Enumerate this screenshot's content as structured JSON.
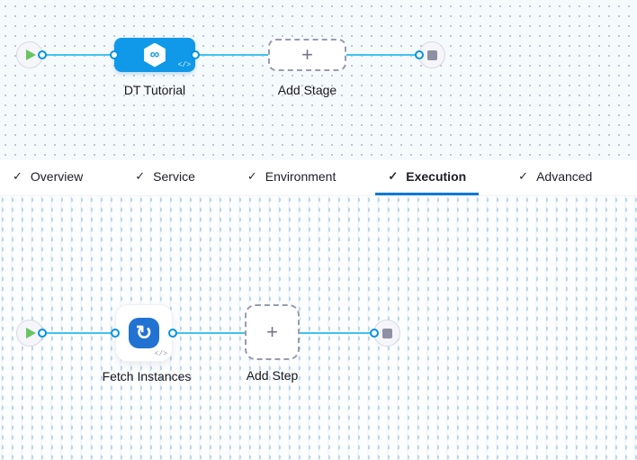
{
  "icons": {
    "check": "✓",
    "plus": "+",
    "code": "</>",
    "infinity": "∞",
    "refresh": "↻"
  },
  "stage_pipeline": {
    "stage_label": "DT Tutorial",
    "add_stage_label": "Add Stage"
  },
  "tabs": [
    {
      "label": "Overview",
      "checked": true,
      "active": false
    },
    {
      "label": "Service",
      "checked": true,
      "active": false
    },
    {
      "label": "Environment",
      "checked": true,
      "active": false
    },
    {
      "label": "Execution",
      "checked": true,
      "active": true
    },
    {
      "label": "Advanced",
      "checked": true,
      "active": false
    }
  ],
  "execution_canvas": {
    "step_label": "Fetch Instances",
    "add_step_label": "Add Step"
  },
  "colors": {
    "accent_underline": "#0278d5",
    "connector_line": "#42c3f0",
    "port_border": "#0092e4",
    "stage_node_blue": "#0f99e8",
    "step_icon_blue": "#2273d1",
    "play_green": "#68c560",
    "stop_gray": "#8f90a3",
    "canvas_top_bg": "#f5fafd",
    "canvas_bottom_bg": "#fdfeff"
  }
}
